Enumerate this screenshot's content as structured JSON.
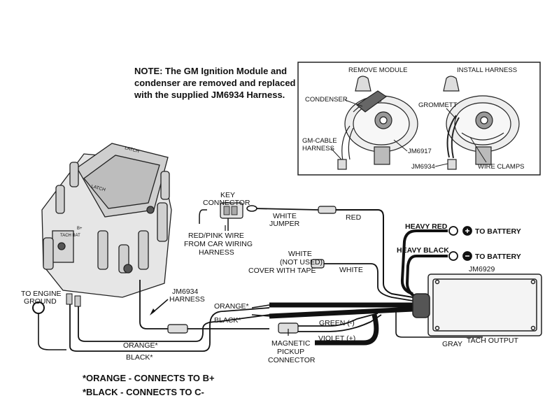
{
  "note": "NOTE: The GM Ignition Module and condenser are removed and replaced with the supplied JM6934 Harness.",
  "inset": {
    "remove_title": "REMOVE MODULE",
    "install_title": "INSTALL HARNESS",
    "condenser": "CONDENSER",
    "gm_cable_line1": "GM-CABLE",
    "gm_cable_line2": "HARNESS",
    "jm6917": "JM6917",
    "grommett": "GROMMETT",
    "jm6934": "JM6934",
    "wire_clamps": "WIRE CLAMPS"
  },
  "labels": {
    "key_connector_1": "KEY",
    "key_connector_2": "CONNECTOR",
    "white_jumper_1": "WHITE",
    "white_jumper_2": "JUMPER",
    "red": "RED",
    "red_pink_1": "RED/PINK WIRE",
    "red_pink_2": "FROM CAR WIRING",
    "red_pink_3": "HARNESS",
    "white_not_used_1": "WHITE",
    "white_not_used_2": "(NOT USED)",
    "white_not_used_3": "COVER WITH TAPE",
    "white": "WHITE",
    "heavy_red": "HEAVY RED",
    "heavy_black": "HEAVY BLACK",
    "to_battery_pos": "TO BATTERY",
    "to_battery_neg": "TO BATTERY",
    "jm6929": "JM6929",
    "engine_ground_1": "TO ENGINE",
    "engine_ground_2": "GROUND",
    "jm6934_harness_1": "JM6934",
    "jm6934_harness_2": "HARNESS",
    "orange_star_upper": "ORANGE*",
    "black_star_upper": "BLACK*",
    "green": "GREEN (-)",
    "violet": "VIOLET (+)",
    "orange_star_lower": "ORANGE*",
    "black_star_lower": "BLACK*",
    "magnetic_1": "MAGNETIC",
    "magnetic_2": "PICKUP",
    "magnetic_3": "CONNECTOR",
    "gray": "GRAY",
    "tach_output": "TACH OUTPUT",
    "latch_top": "LATCH",
    "latch_side": "LATCH",
    "tach_cap": "TACH BAT",
    "cap_b": "B+"
  },
  "footnotes": {
    "orange": "*ORANGE - CONNECTS TO B+",
    "black": "*BLACK - CONNECTS TO C-"
  }
}
